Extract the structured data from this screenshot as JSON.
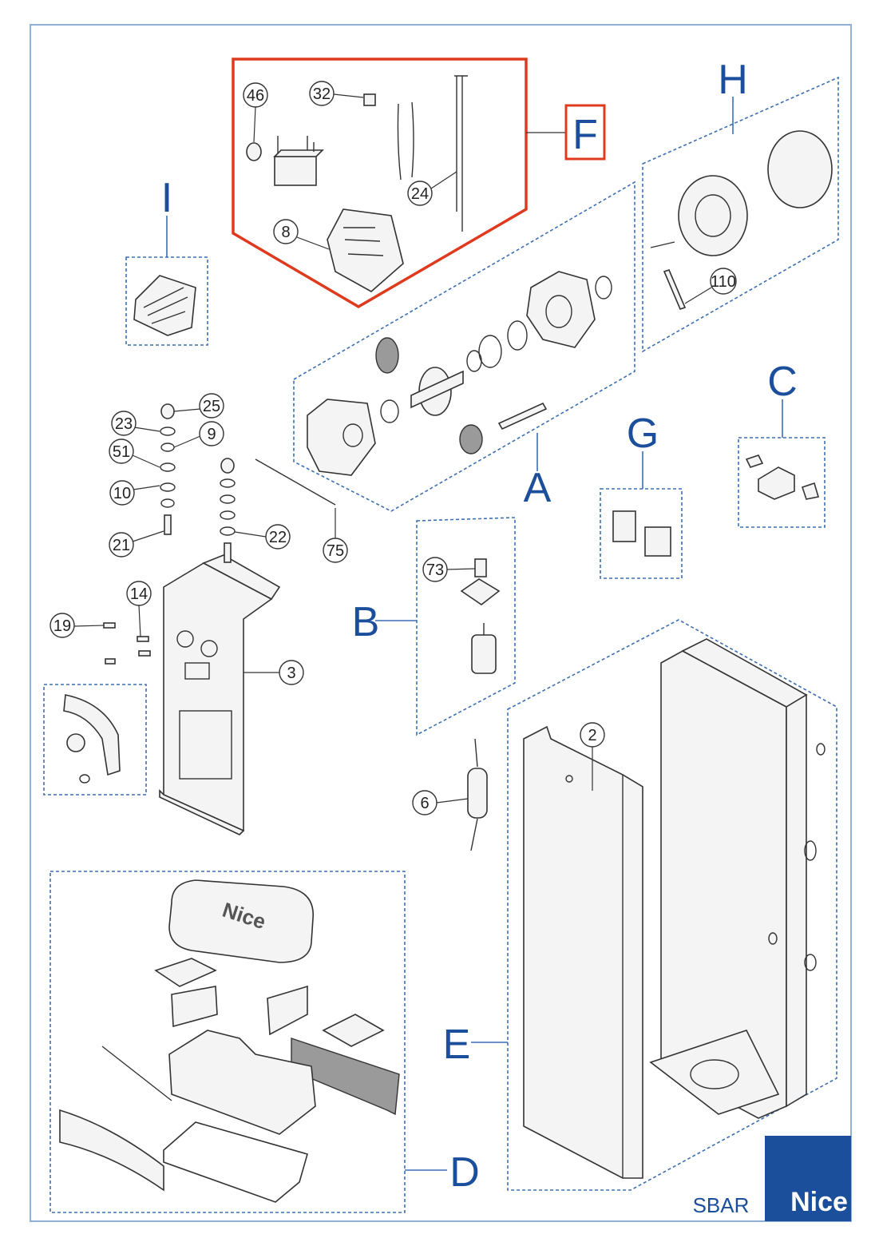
{
  "brand": {
    "logo_text": "Nice",
    "logo_color": "#1b4f9c",
    "model": "SBAR"
  },
  "colors": {
    "frame": "#8fb0d6",
    "group_dashed": "#3d6fb5",
    "letter": "#1b4f9c",
    "highlight": "#e03a1e"
  },
  "groups": [
    {
      "id": "A",
      "label": "A"
    },
    {
      "id": "B",
      "label": "B"
    },
    {
      "id": "C",
      "label": "C"
    },
    {
      "id": "D",
      "label": "D"
    },
    {
      "id": "E",
      "label": "E"
    },
    {
      "id": "F",
      "label": "F",
      "highlighted": true
    },
    {
      "id": "G",
      "label": "G"
    },
    {
      "id": "H",
      "label": "H"
    },
    {
      "id": "I",
      "label": "I"
    }
  ],
  "callouts": [
    "46",
    "32",
    "24",
    "8",
    "110",
    "25",
    "23",
    "9",
    "51",
    "10",
    "21",
    "22",
    "75",
    "14",
    "19",
    "3",
    "73",
    "2",
    "6"
  ]
}
